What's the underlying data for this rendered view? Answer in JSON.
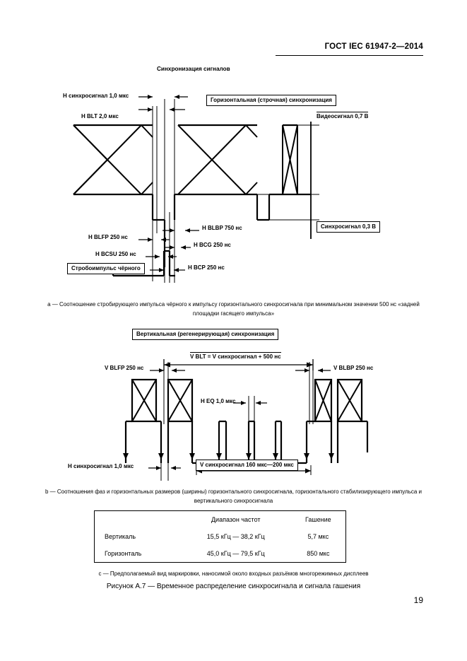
{
  "header": {
    "standard": "ГОСТ IEC 61947-2—2014",
    "page_number": "19"
  },
  "figure": {
    "top_title": "Синхронизация сигналов",
    "title": "Рисунок А.7 — Временное распределение синхросигнала и сигнала гашения"
  },
  "diagram_a": {
    "box_label": "Горизонтальная (строчная) синхронизация",
    "labels": {
      "h_sync": "H синхросигнал 1,0 мкс",
      "h_blt": "H BLT 2,0 мкс",
      "video": "Видеосигнал 0,7 В",
      "sync_level": "Синхросигнал 0,3 В",
      "h_blfp": "H BLFP 250 нс",
      "h_blbp": "H BLBP 750 нс",
      "h_bcsu": "H BCSU 250 нс",
      "h_bcg": "H BCG 250 нс",
      "h_bcp": "H BCP 250 нс",
      "strobe": "Стробоимпульс чёрного"
    },
    "caption": "a — Соотношение стробирующего импульса чёрного к импульсу горизонтального синхросигнала при минимальном значении 500 нс «задней площадки гасящего импульса»"
  },
  "diagram_b": {
    "box_label": "Вертикальная (регенерирующая) синхронизация",
    "labels": {
      "v_blt": "V BLT = V синхросигнал + 500 нс",
      "v_blfp": "V BLFP 250 нс",
      "v_blbp": "V BLBP 250 нс",
      "h_eq": "H EQ 1,0 мкс",
      "h_sync": "H синхросигнал 1,0 мкс",
      "v_sync": "V синхросигнал 160 мкс—200 мкс"
    },
    "caption": "b — Соотношения фаз и горизонтальных размеров (ширины) горизонтального синхросигнала, горизонтального стабилизирующего импульса и вертикального синхросигнала"
  },
  "table": {
    "columns": [
      "",
      "Диапазон частот",
      "Гашение"
    ],
    "rows": [
      [
        "Вертикаль",
        "15,5 кГц — 38,2 кГц",
        "5,7 мкс"
      ],
      [
        "Горизонталь",
        "45,0 кГц — 79,5 кГц",
        "850 мкс"
      ]
    ],
    "caption": "c — Предполагаемый вид маркировки, наносимой около входных разъёмов многорежимных дисплеев"
  }
}
